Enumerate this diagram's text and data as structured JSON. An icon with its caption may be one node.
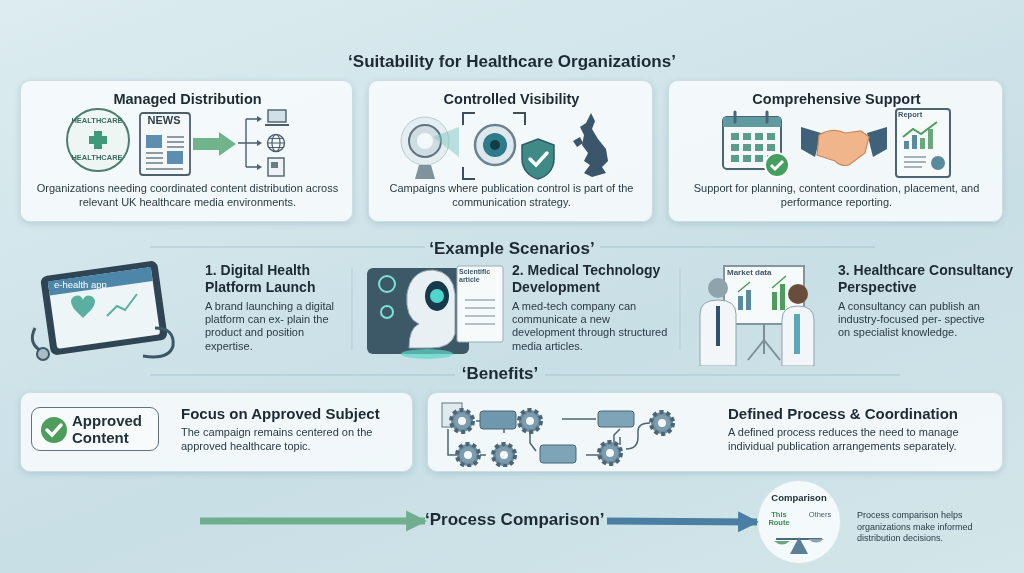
{
  "diagram": {
    "title": "‘Suitability for Healthcare Organizations’",
    "nodes": [
      {
        "text": [
          "Managed Distribution",
          "Organizations needing coordinated content distribution across relevant UK healthcare media environments."
        ]
      },
      {
        "text": [
          "Controlled Visibility",
          "Campaigns where publication control is part of the communication strategy."
        ]
      },
      {
        "text": [
          "Comprehensive Support",
          "Support for planning, content coordination, placement, and performance reporting."
        ]
      },
      {
        "text": [
          "Focus on Approved Subject",
          "The campaign remains centered on the approved healthcare topic."
        ]
      },
      {
        "text": [
          "Approved Content"
        ],
        "in": 3
      },
      {
        "text": [
          "Defined Process & Coordination",
          "A defined process reduces the need to manage individual publication arrangements separately."
        ]
      },
      {
        "text": [
          "‘Process Comparison’"
        ]
      },
      {
        "text": [
          "Comparison",
          "This Route",
          "Others"
        ],
        "beside": [
          "Process comparison helps organizations make informed distribution decisions."
        ]
      }
    ],
    "edges": [
      {
        "from": null,
        "to": 6,
        "arrow": "to",
        "color": "#6fae8f"
      },
      {
        "from": 6,
        "to": 7,
        "arrow": "to",
        "color": "#4a7ea3"
      }
    ],
    "labels": [
      "HEALTHCARE",
      "HEALTHCARE",
      "NEWS",
      "Report",
      "‘Example Scenarios’",
      "e-health app",
      "1. Digital Health Platform Launch",
      "A brand launching a digital platform can ex- plain the product and position expertise.",
      "Scientific article",
      "2. Medical Technology Development",
      "A med-tech company can communicate a new development through structured media articles.",
      "Market data",
      "3. Healthcare Consultancy Perspective",
      "A consultancy can publish an industry-focused per- spective on specialist knowledge.",
      "‘Benefits’"
    ]
  }
}
